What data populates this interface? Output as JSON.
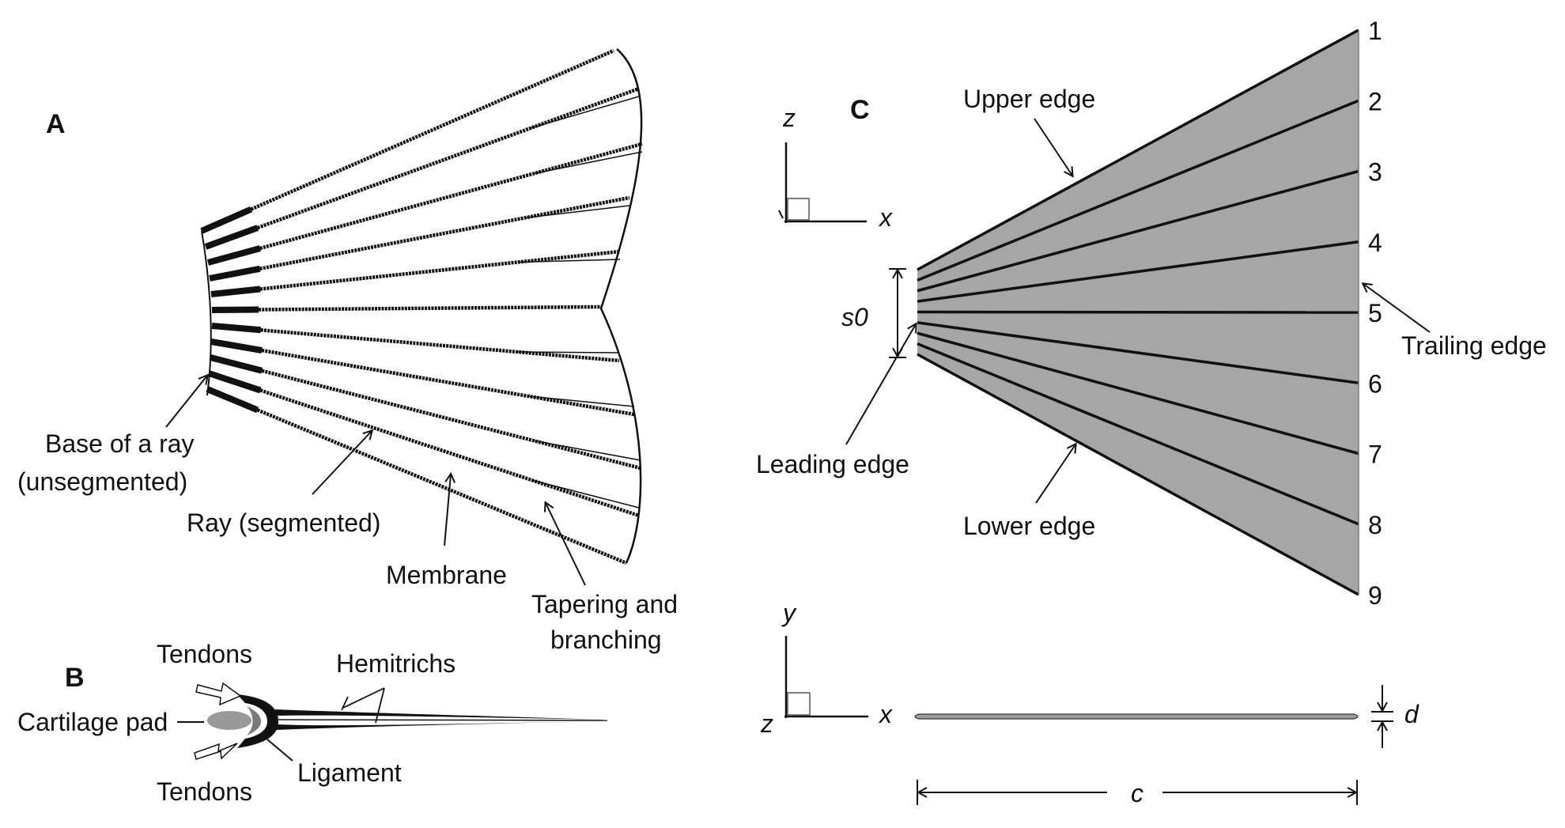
{
  "panels": {
    "a": "A",
    "b": "B",
    "c": "C"
  },
  "panel_a": {
    "base_line1": "Base of a ray",
    "base_line2": "(unsegmented)",
    "ray": "Ray (segmented)",
    "membrane": "Membrane",
    "tapering_line1": "Tapering and",
    "tapering_line2": "branching"
  },
  "panel_b": {
    "tendons_top": "Tendons",
    "tendons_bottom": "Tendons",
    "hemitrichs": "Hemitrichs",
    "cartilage": "Cartilage pad",
    "ligament": "Ligament"
  },
  "panel_c": {
    "axis_top": {
      "z": "z",
      "x": "x"
    },
    "axis_bottom": {
      "y": "y",
      "z": "z",
      "x": "x"
    },
    "upper_edge": "Upper edge",
    "lower_edge": "Lower edge",
    "leading_edge": "Leading edge",
    "trailing_edge": "Trailing edge",
    "s0": "s0",
    "d": "d",
    "c": "c",
    "ray_numbers": [
      "1",
      "2",
      "3",
      "4",
      "5",
      "6",
      "7",
      "8",
      "9"
    ]
  },
  "colors": {
    "fin_fill": "#a6a6a6",
    "ink": "#111111",
    "cartilage": "#999999"
  }
}
